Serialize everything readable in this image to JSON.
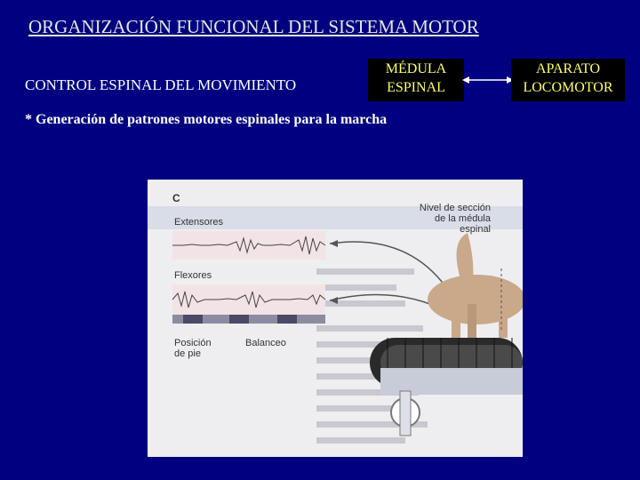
{
  "title": "ORGANIZACIÓN FUNCIONAL DEL SISTEMA MOTOR",
  "control_label": "CONTROL ESPINAL DEL MOVIMIENTO",
  "medula": {
    "line1": "MÉDULA",
    "line2": "ESPINAL"
  },
  "aparato": {
    "line1": "APARATO",
    "line2": "LOCOMOTOR"
  },
  "bullet": "* Generación de patrones motores espinales para la marcha",
  "figure": {
    "panel_letter": "C",
    "extensores": "Extensores",
    "flexores": "Flexores",
    "nivel_line1": "Nivel de sección",
    "nivel_line2": "de la médula",
    "nivel_line3": "espinal",
    "posicion_line1": "Posición",
    "posicion_line2": "de pie",
    "balanceo": "Balanceo"
  }
}
